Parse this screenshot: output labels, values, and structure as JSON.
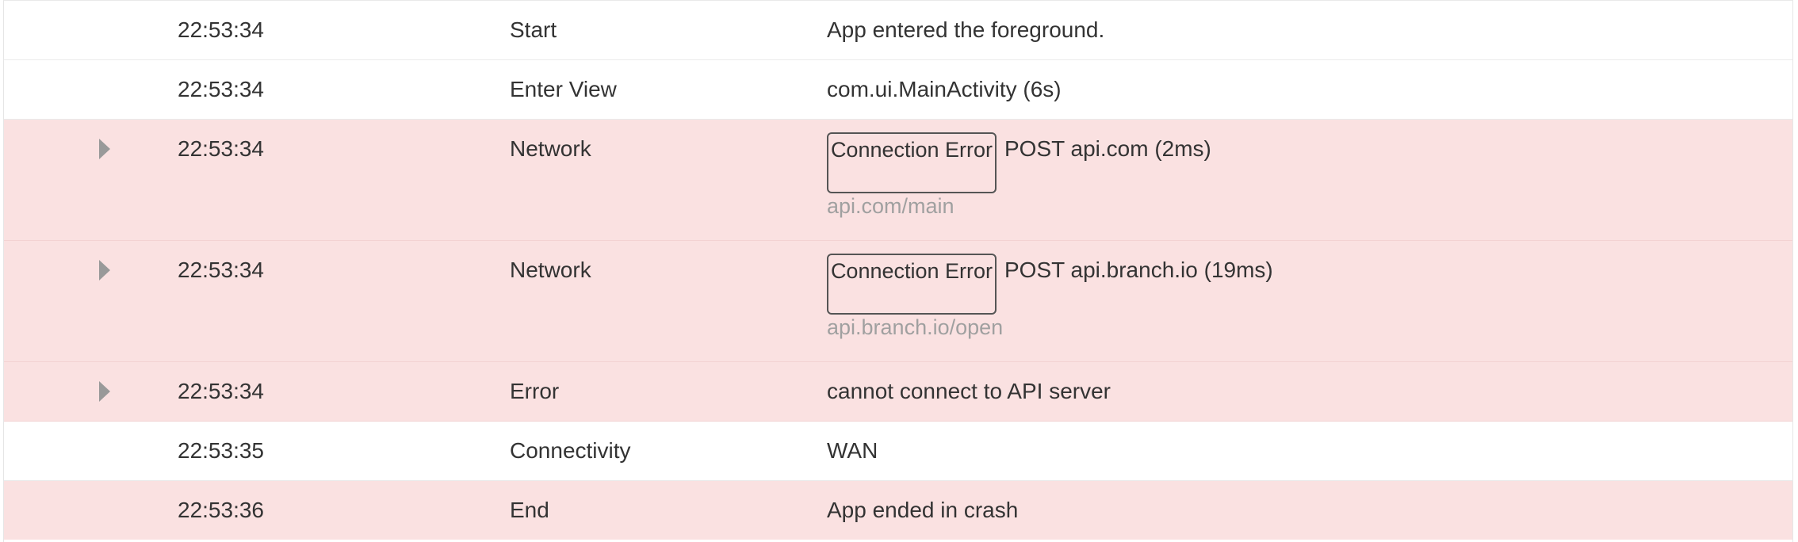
{
  "colors": {
    "error_row_bg": "#fae1e1",
    "normal_row_bg": "#ffffff",
    "text": "#333333",
    "muted_text": "#a0a0a0",
    "toggle_icon": "#999999"
  },
  "rows": [
    {
      "time": "22:53:34",
      "type": "Start",
      "description": "App entered the foreground."
    },
    {
      "time": "22:53:34",
      "type": "Enter View",
      "description": "com.ui.MainActivity (6s)"
    },
    {
      "time": "22:53:34",
      "type": "Network",
      "badge": "Connection Error",
      "description": "POST api.com (2ms)",
      "url": "api.com/main"
    },
    {
      "time": "22:53:34",
      "type": "Network",
      "badge": "Connection Error",
      "description": "POST api.branch.io (19ms)",
      "url": "api.branch.io/open"
    },
    {
      "time": "22:53:34",
      "type": "Error",
      "description": "cannot connect to API server"
    },
    {
      "time": "22:53:35",
      "type": "Connectivity",
      "description": "WAN"
    },
    {
      "time": "22:53:36",
      "type": "End",
      "description": "App ended in crash"
    }
  ]
}
